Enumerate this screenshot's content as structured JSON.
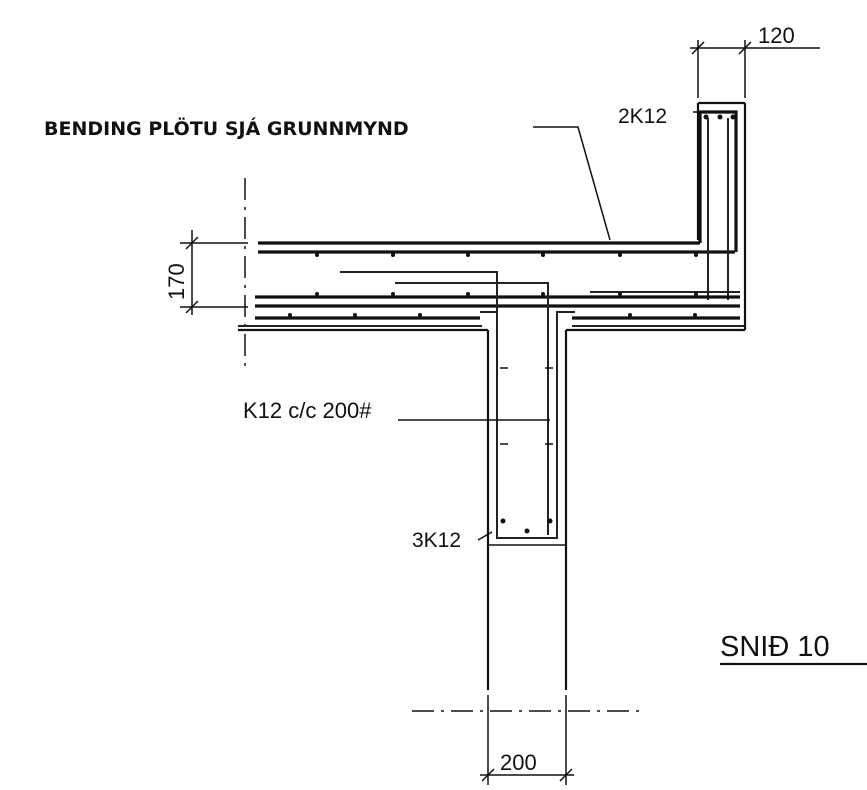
{
  "labels": {
    "slab_note": "BENDING PLÖTU SJÁ GRUNNMYND",
    "top_bars": "2K12",
    "stirrups": "K12 c/c 200#",
    "bottom_bars": "3K12",
    "section_title": "SNIÐ 10"
  },
  "dimensions": {
    "upstand_width": "120",
    "slab_thickness": "170",
    "beam_width": "200"
  }
}
